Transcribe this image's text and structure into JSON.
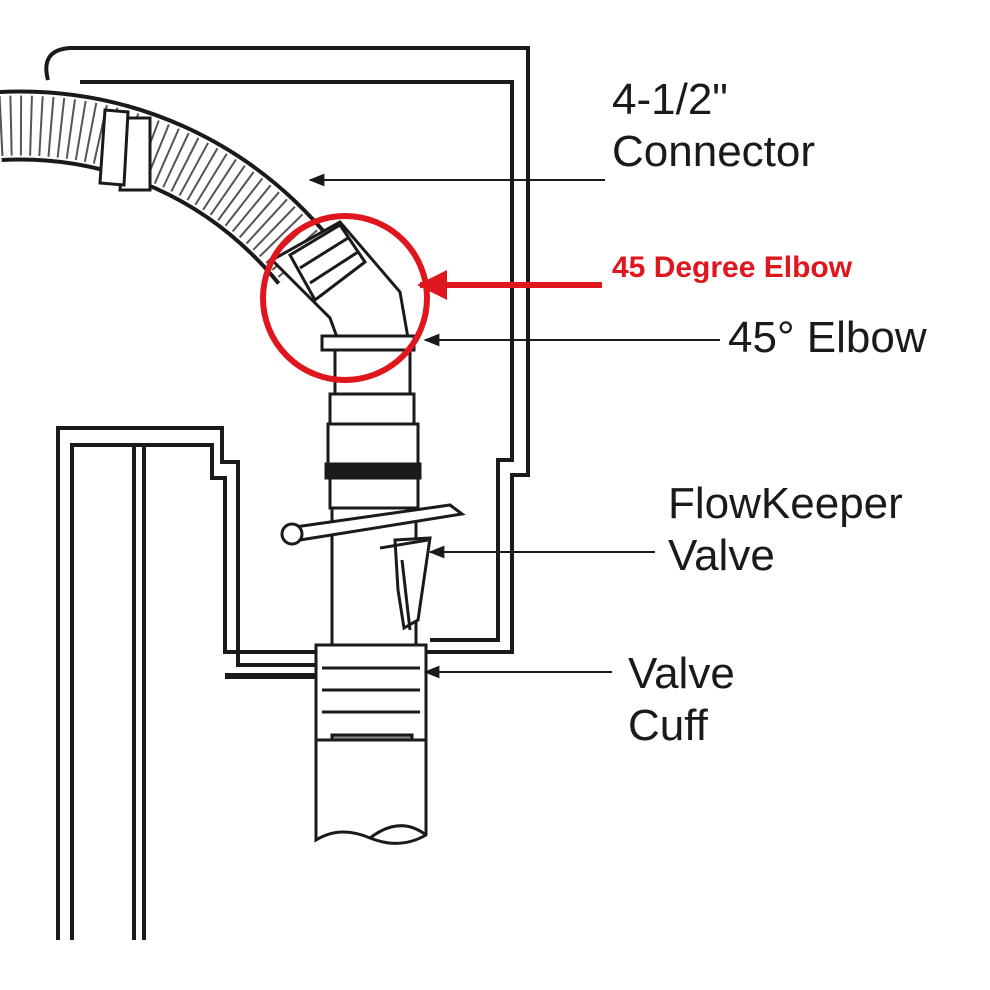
{
  "labels": {
    "connector": {
      "line1": "4-1/2\"",
      "line2": "Connector"
    },
    "highlight": {
      "text": "45 Degree Elbow"
    },
    "elbow": {
      "line1": "45° Elbow"
    },
    "flowkeeper": {
      "line1": "FlowKeeper",
      "line2": "Valve"
    },
    "cuff": {
      "line1": "Valve",
      "line2": "Cuff"
    }
  },
  "colors": {
    "highlight": "#e0161e",
    "ink": "#1a1a1a",
    "background": "#ffffff"
  }
}
